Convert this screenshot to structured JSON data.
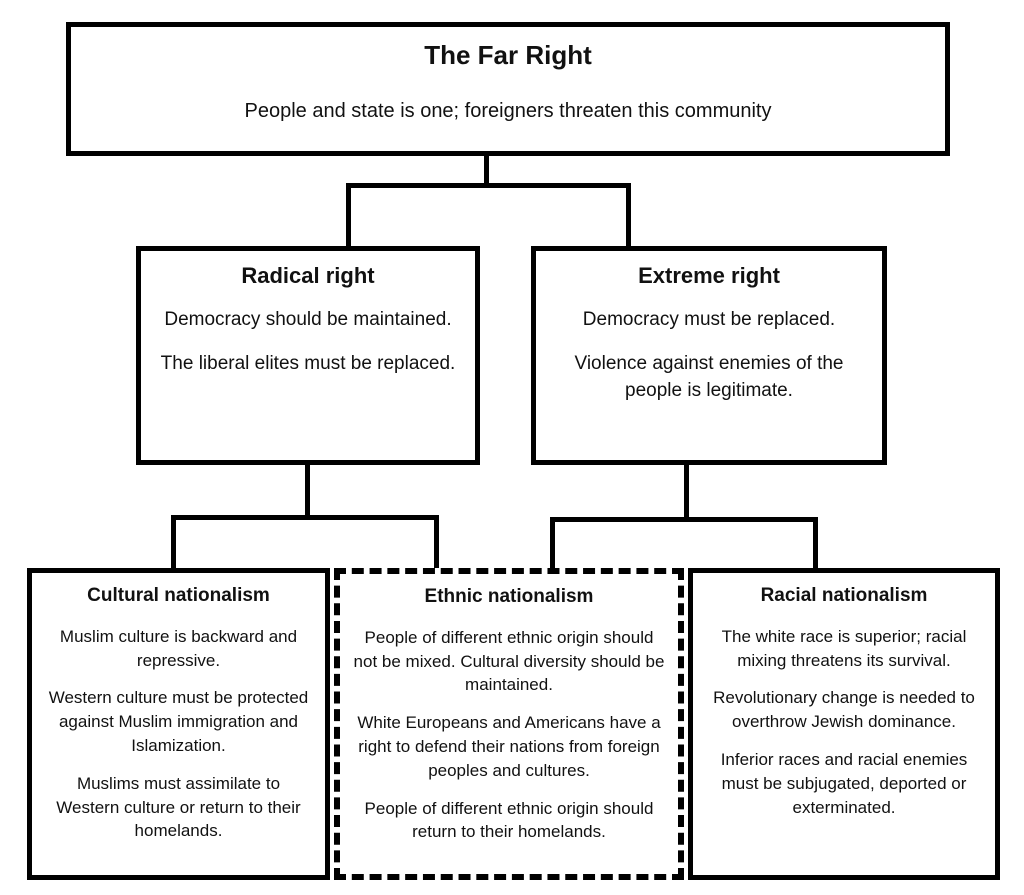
{
  "diagram": {
    "title": "The Far Right",
    "root": {
      "title": "The Far Right",
      "body": "People and state is one; foreigners threaten this community"
    },
    "level2": [
      {
        "id": "radical-right",
        "title": "Radical right",
        "paragraphs": [
          "Democracy should be maintained.",
          "The liberal elites must be replaced."
        ]
      },
      {
        "id": "extreme-right",
        "title": "Extreme right",
        "paragraphs": [
          "Democracy must be replaced.",
          "Violence against enemies of the people is legitimate."
        ]
      }
    ],
    "level3": [
      {
        "id": "cultural-nationalism",
        "title": "Cultural nationalism",
        "border_style": "solid",
        "paragraphs": [
          "Muslim culture is backward and repressive.",
          "Western culture must be protected against Muslim immigration and Islamization.",
          "Muslims must assimilate to Western culture or return to their homelands."
        ]
      },
      {
        "id": "ethnic-nationalism",
        "title": "Ethnic nationalism",
        "border_style": "dashed",
        "paragraphs": [
          "People of different ethnic origin should not be mixed. Cultural diversity should be maintained.",
          "White Europeans and Americans have a right to defend their nations from foreign peoples and cultures.",
          "People of different ethnic origin should return to their homelands."
        ]
      },
      {
        "id": "racial-nationalism",
        "title": "Racial nationalism",
        "border_style": "solid",
        "paragraphs": [
          "The white race is superior; racial mixing threatens its survival.",
          "Revolutionary change is needed to overthrow Jewish dominance.",
          "Inferior races and racial enemies must be subjugated, deported or exterminated."
        ]
      }
    ],
    "colors": {
      "line": "#000000",
      "box_fill": "#ffffff",
      "text": "#111111"
    }
  }
}
